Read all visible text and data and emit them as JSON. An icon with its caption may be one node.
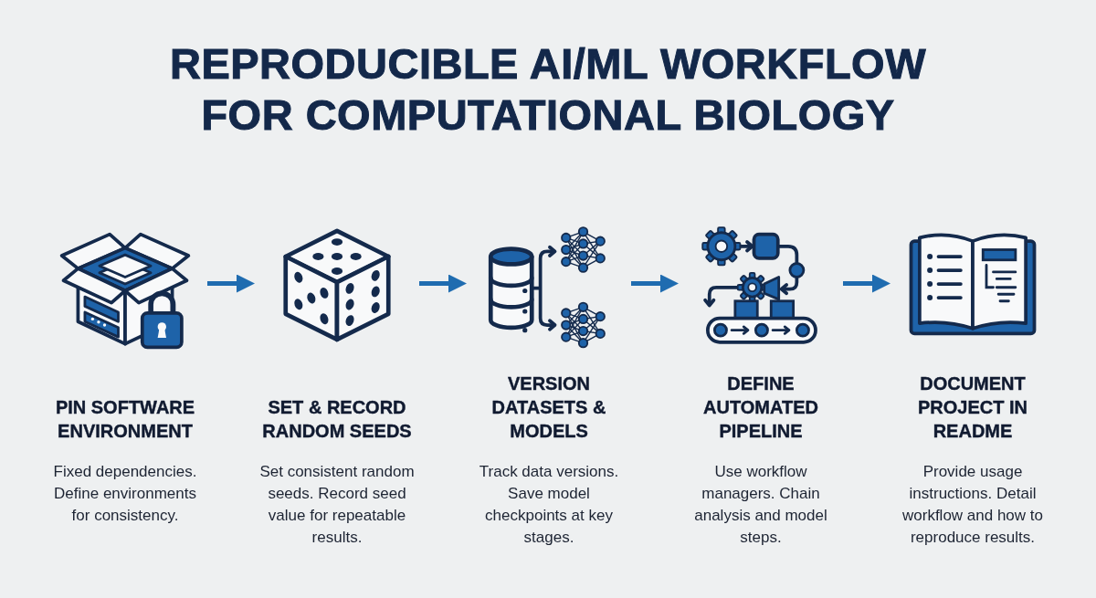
{
  "diagram": {
    "title": "REPRODUCIBLE AI/ML WORKFLOW FOR COMPUTATIONAL BIOLOGY",
    "nodes": [
      {
        "text": [
          "PIN SOFTWARE ENVIRONMENT",
          "Fixed dependencies. Define environments for consistency."
        ]
      },
      {
        "text": [
          "SET & RECORD RANDOM SEEDS",
          "Set consistent random seeds. Record seed value for repeatable results."
        ]
      },
      {
        "text": [
          "VERSION DATASETS & MODELS",
          "Track data versions. Save model checkpoints at key stages."
        ]
      },
      {
        "text": [
          "DEFINE AUTOMATED PIPELINE",
          "Use workflow managers. Chain analysis and model steps."
        ]
      },
      {
        "text": [
          "DOCUMENT PROJECT IN README",
          "Provide usage instructions. Detail workflow and how to reproduce results."
        ]
      }
    ],
    "edges": [
      {
        "from": 0,
        "to": 1,
        "arrow": "to"
      },
      {
        "from": 1,
        "to": 2,
        "arrow": "to"
      },
      {
        "from": 2,
        "to": 3,
        "arrow": "to"
      },
      {
        "from": 3,
        "to": 4,
        "arrow": "to"
      }
    ]
  }
}
